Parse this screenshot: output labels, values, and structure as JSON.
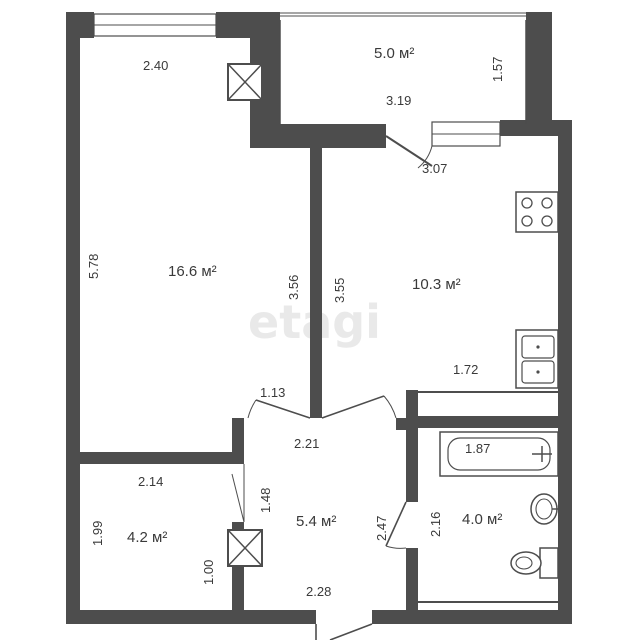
{
  "watermark": "etagi",
  "rooms": {
    "living": {
      "area": "16.6 м²"
    },
    "balcony": {
      "area": "5.0 м²"
    },
    "kitchen": {
      "area": "10.3 м²"
    },
    "storage": {
      "area": "4.2 м²"
    },
    "hall": {
      "area": "5.4 м²"
    },
    "bathroom": {
      "area": "4.0 м²"
    }
  },
  "dimensions": {
    "living_top": "2.40",
    "living_left": "5.78",
    "living_right": "3.56",
    "kitchen_left": "3.55",
    "balcony_depth": "1.57",
    "balcony_width": "3.19",
    "balcony_door": "3.07",
    "kitchen_bottom": "1.72",
    "living_door": "1.13",
    "hall_top": "2.21",
    "bath_tub": "1.87",
    "storage_top": "2.14",
    "storage_left": "1.99",
    "storage_right": "1.00",
    "hall_left": "1.48",
    "hall_right": "2.47",
    "bath_left": "2.16",
    "hall_bottom": "2.28"
  }
}
